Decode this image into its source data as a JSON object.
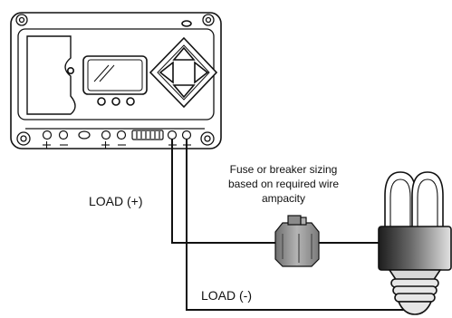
{
  "labels": {
    "fuse_note": [
      "Fuse or breaker sizing",
      "based on required wire",
      "ampacity"
    ],
    "load_positive": "LOAD (+)",
    "load_negative": "LOAD (-)"
  },
  "controller": {
    "buttons": [
      "up-arrow",
      "down-arrow",
      "left-arrow",
      "right-arrow"
    ],
    "indicator_dots": 3
  },
  "colors": {
    "line": "#111111",
    "device_fill": "#ffffff",
    "fuse_fill": "#9a9a9a",
    "bulb_base_dark": "#2a2a2a",
    "bulb_base_light": "#d8d8d8"
  }
}
